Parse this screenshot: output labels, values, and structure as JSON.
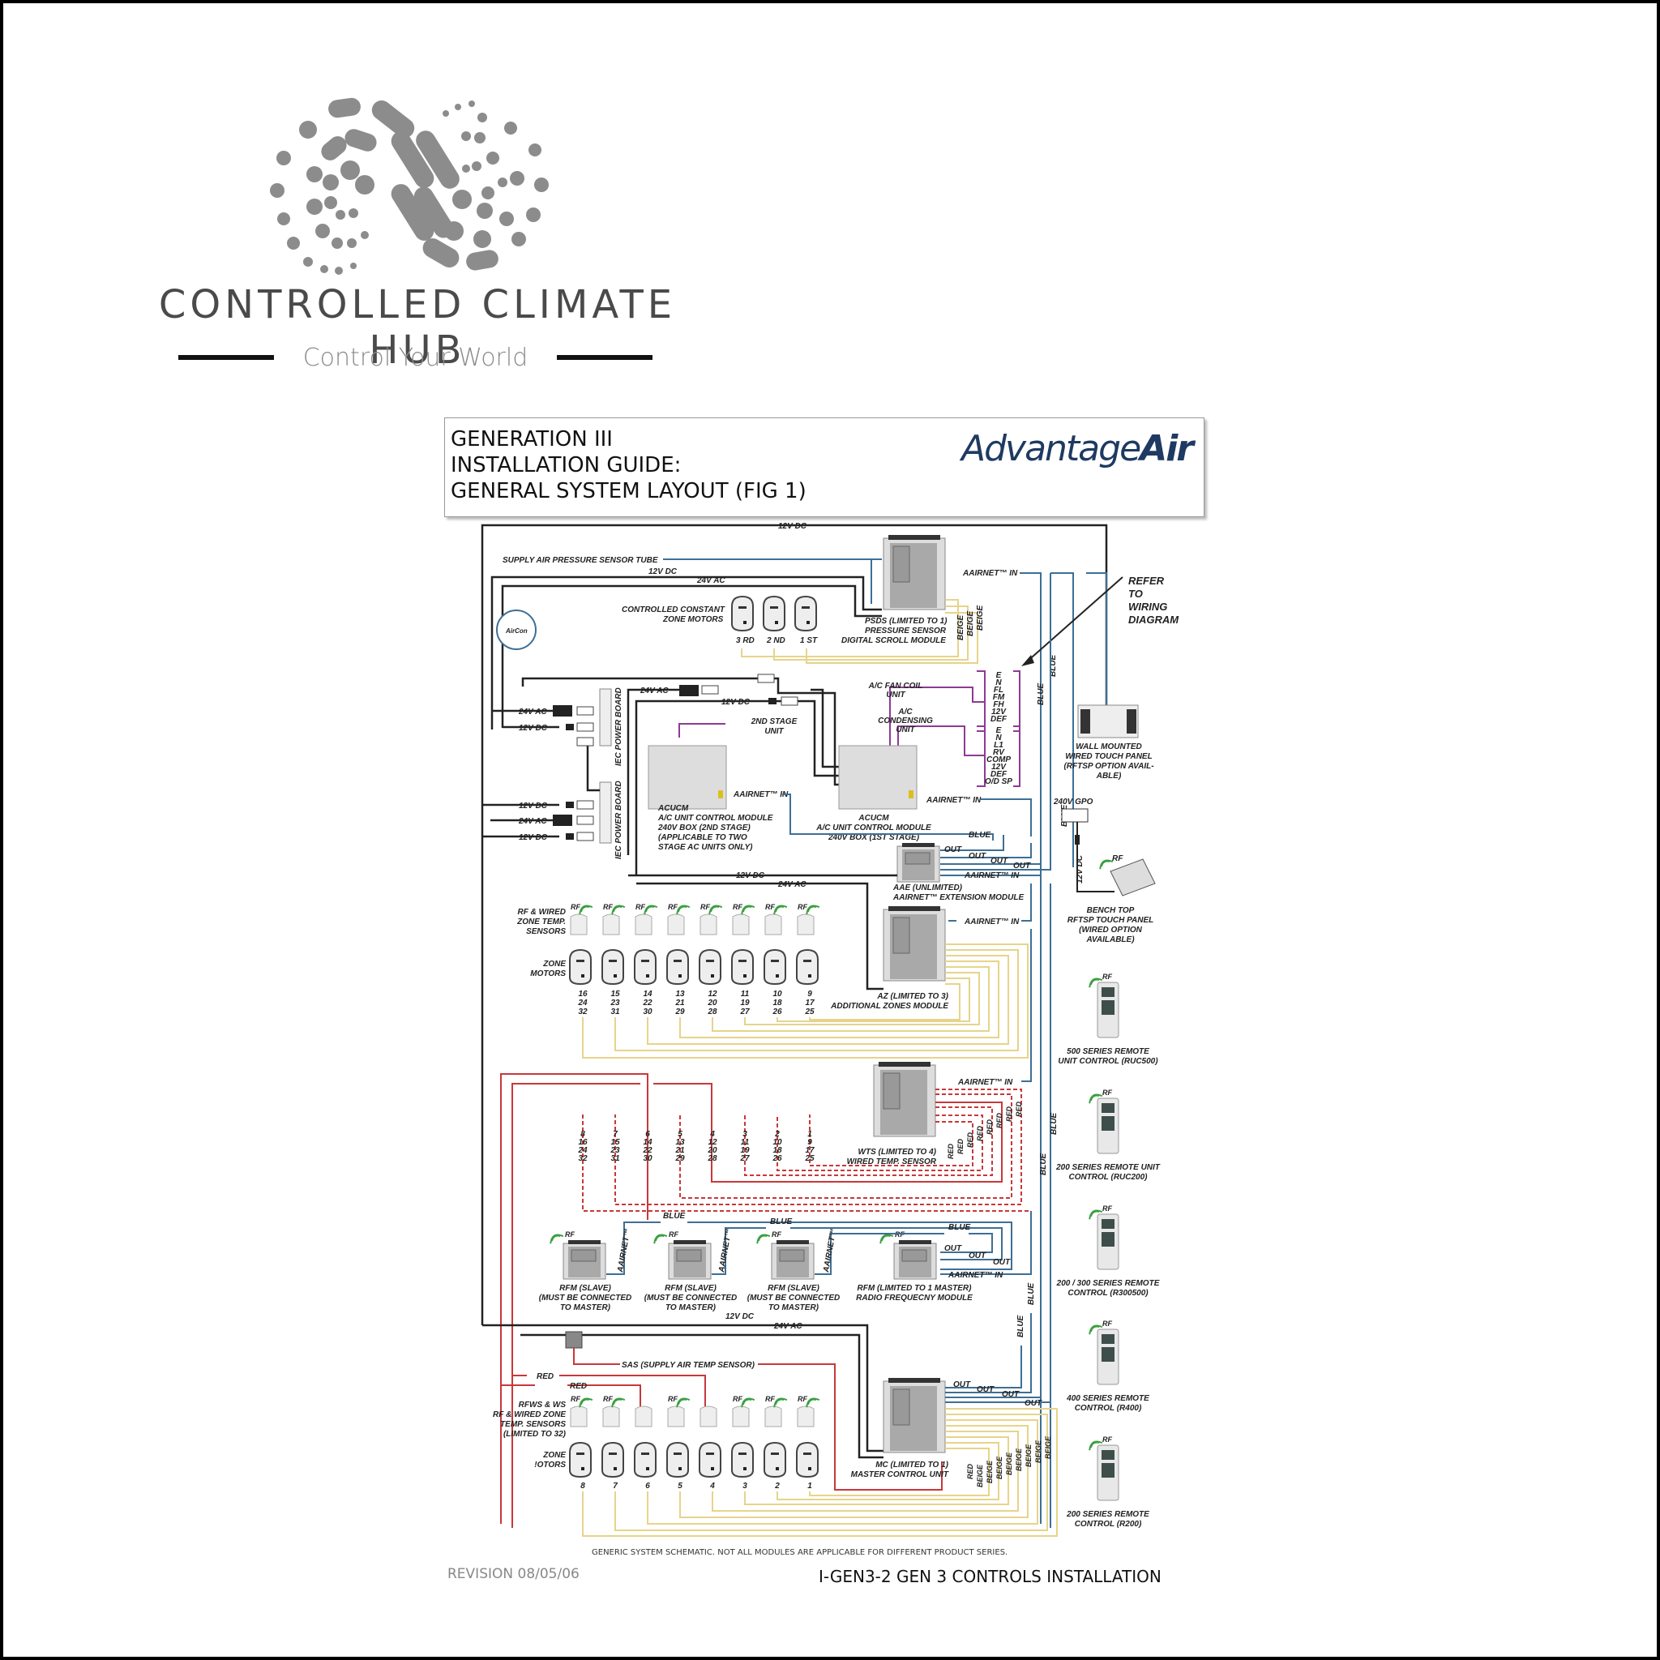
{
  "brand": {
    "name": "CONTROLLED CLIMATE HUB",
    "tagline": "Control Your World"
  },
  "document": {
    "title_lines": [
      "GENERATION III",
      "INSTALLATION GUIDE:",
      "GENERAL SYSTEM LAYOUT (FIG 1)"
    ],
    "logo_text_light": "Advantage",
    "logo_text_bold": "Air",
    "footnote": "GENERIC SYSTEM SCHEMATIC. NOT ALL MODULES ARE APPLICABLE FOR DIFFERENT PRODUCT SERIES.",
    "revision": "REVISION 08/05/06",
    "doc_ref": "I-GEN3-2   GEN 3 CONTROLS INSTALLATION"
  },
  "colors": {
    "wire_black": "#222222",
    "wire_blue": "#3d6f96",
    "wire_beige": "#e6d48a",
    "wire_red": "#c8383a",
    "wire_purple": "#8e3a95",
    "rf_green": "#3aa040",
    "module_grey": "#a9a9a9"
  },
  "diagram": {
    "top_wire": "12V DC",
    "psds": {
      "supply_tube": "SUPPLY AIR PRESSURE SENSOR TUBE",
      "wire_12v": "12V DC",
      "wire_24v": "24V AC",
      "motors_label": [
        "CONTROLLED CONSTANT",
        "ZONE MOTORS"
      ],
      "motor_numbers": [
        "3 RD",
        "2 ND",
        "1 ST"
      ],
      "module_label": [
        "PSDS (LIMITED TO 1)",
        "PRESSURE SENSOR",
        "DIGITAL SCROLL MODULE"
      ],
      "aairnet_in": "AAIRNET™ IN",
      "beige": "BEIGE"
    },
    "refer_note": [
      "REFER",
      "TO",
      "WIRING",
      "DIAGRAM"
    ],
    "fan_coil_label": [
      "A/C FAN COIL",
      "UNIT"
    ],
    "fan_coil_terms": [
      "E",
      "N",
      "FL",
      "FM",
      "FH",
      "12V",
      "DEF"
    ],
    "condensing_label": [
      "A/C",
      "CONDENSING",
      "UNIT"
    ],
    "condensing_terms": [
      "E",
      "N",
      "L1",
      "RV",
      "COMP",
      "12V",
      "DEF",
      "O/D SP"
    ],
    "wall_panel_label": [
      "WALL MOUNTED",
      "WIRED TOUCH PANEL",
      "(RFTSP OPTION AVAIL-",
      "ABLE)"
    ],
    "iec": {
      "board_label": "IEC POWER BOARD",
      "iec": "IEC",
      "upper_rows": [
        "24V AC",
        "12V DC"
      ],
      "lower_rows": [
        "12V DC",
        "24V AC",
        "12V DC"
      ],
      "top_24v": "24V AC",
      "top_12v": "12V DC"
    },
    "acucm2": {
      "stage_label": [
        "2ND STAGE",
        "UNIT"
      ],
      "label": [
        "ACUCM",
        "A/C UNIT CONTROL MODULE",
        "240V BOX (2ND STAGE)",
        "(APPLICABLE TO TWO",
        "STAGE AC UNITS ONLY)"
      ],
      "aairnet_in": "AAIRNET™ IN"
    },
    "acucm1": {
      "label": [
        "ACUCM",
        "A/C UNIT CONTROL MODULE",
        "240V BOX (1ST STAGE)"
      ],
      "aairnet_in": "AAIRNET™ IN"
    },
    "gpo": {
      "label": "240V GPO",
      "dc": "12V DC"
    },
    "bench_panel": {
      "rf": "RF",
      "label": [
        "BENCH TOP",
        "RFTSP TOUCH PANEL",
        "(WIRED OPTION",
        "AVAILABLE)"
      ]
    },
    "aae": {
      "label": [
        "AAE (UNLIMITED)",
        "AAIRNET™ EXTENSION MODULE"
      ],
      "out": "OUT",
      "blue": "BLUE",
      "aairnet_in": "AAIRNET™ IN",
      "wire_12v": "12V DC",
      "wire_24v": "24V AC"
    },
    "az": {
      "sensors_label": [
        "RF & WIRED",
        "ZONE TEMP.",
        "SENSORS"
      ],
      "motors_label": [
        "ZONE",
        "MOTORS"
      ],
      "zone_numbers": [
        [
          "16",
          "24",
          "32"
        ],
        [
          "15",
          "23",
          "31"
        ],
        [
          "14",
          "22",
          "30"
        ],
        [
          "13",
          "21",
          "29"
        ],
        [
          "12",
          "20",
          "28"
        ],
        [
          "11",
          "19",
          "27"
        ],
        [
          "10",
          "18",
          "26"
        ],
        [
          "9",
          "17",
          "25"
        ]
      ],
      "label": [
        "AZ (LIMITED TO 3)",
        "ADDITIONAL ZONES MODULE"
      ],
      "aairnet_in": "AAIRNET™ IN",
      "rf": "RF"
    },
    "wts": {
      "zone_numbers": [
        [
          "8",
          "16",
          "24",
          "32"
        ],
        [
          "7",
          "15",
          "23",
          "31"
        ],
        [
          "6",
          "14",
          "22",
          "30"
        ],
        [
          "5",
          "13",
          "21",
          "29"
        ],
        [
          "4",
          "12",
          "20",
          "28"
        ],
        [
          "3",
          "11",
          "19",
          "27"
        ],
        [
          "2",
          "10",
          "18",
          "26"
        ],
        [
          "1",
          "9",
          "17",
          "25"
        ]
      ],
      "label": [
        "WTS (LIMITED TO 4)",
        "WIRED TEMP. SENSOR"
      ],
      "aairnet_in": "AAIRNET™ IN",
      "red": "RED"
    },
    "rfm": {
      "slave_label": [
        "RFM (SLAVE)",
        "(MUST BE CONNECTED",
        "TO MASTER)"
      ],
      "master_label": [
        "RFM (LIMITED TO 1 MASTER)",
        "RADIO FREQUECNY MODULE"
      ],
      "aairnet_vertical": [
        "AAIRNET™",
        "IN"
      ],
      "blue": "BLUE",
      "out": "OUT",
      "aairnet_in": "AAIRNET™ IN",
      "rf": "RF"
    },
    "mc": {
      "wire_12v": "12V DC",
      "wire_24v": "24V AC",
      "sas": "SAS (SUPPLY AIR TEMP SENSOR)",
      "red": "RED",
      "sensors_label": [
        "RFWS & WS",
        "RF & WIRED ZONE",
        "TEMP. SENSORS",
        "(LIMITED TO 32)"
      ],
      "motors_label": [
        "ZONE",
        "!OTORS"
      ],
      "zone_numbers": [
        "8",
        "7",
        "6",
        "5",
        "4",
        "3",
        "2",
        "1"
      ],
      "label": [
        "MC (LIMITED TO 1)",
        "MASTER CONTROL UNIT"
      ],
      "out": "OUT",
      "beige": "BEIGE",
      "rf": "RF"
    },
    "blue_label": "BLUE",
    "remotes": [
      {
        "label": [
          "500 SERIES REMOTE",
          "UNIT CONTROL (RUC500)"
        ]
      },
      {
        "label": [
          "200 SERIES REMOTE UNIT",
          "CONTROL (RUC200)"
        ]
      },
      {
        "label": [
          "200 / 300 SERIES REMOTE",
          "CONTROL (R300500)"
        ]
      },
      {
        "label": [
          "400 SERIES REMOTE",
          "CONTROL (R400)"
        ]
      },
      {
        "label": [
          "200 SERIES REMOTE",
          "CONTROL (R200)"
        ]
      }
    ]
  }
}
